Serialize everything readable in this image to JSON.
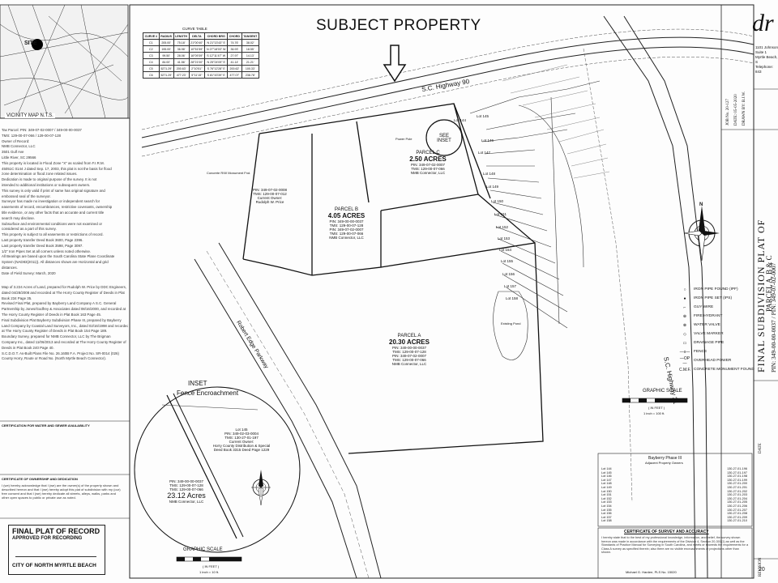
{
  "header": {
    "title": "SUBJECT PROPERTY"
  },
  "site_label": "SITE",
  "vicinity_label": "VICINITY MAP N.T.S.",
  "curve_table": {
    "title": "CURVE TABLE",
    "columns": [
      "CURVE #",
      "RADIUS",
      "LENGTH",
      "DELTA",
      "CHORD BRG",
      "CHORD",
      "TANGENT"
    ],
    "rows": [
      [
        "C1",
        "205.00'",
        "75.18'",
        "21°00'40\"",
        "N 21°13'43\" E",
        "74.76'",
        "38.02'"
      ],
      [
        "C2",
        "195.00'",
        "36.98'",
        "10°51'59\"",
        "N 27°18'03\" W",
        "36.93'",
        "18.55'"
      ],
      [
        "C3",
        "99.50'",
        "28.06'",
        "16°09'39\"",
        "S 12°11'47\" W",
        "27.97'",
        "14.13'"
      ],
      [
        "C4",
        "84.00'",
        "41.56'",
        "28°21'00\"",
        "N 25°24'09\" E",
        "41.14'",
        "21.21'"
      ],
      [
        "C5",
        "5271.29'",
        "200.63'",
        "2°10'51\"",
        "S 76°12'28\" E",
        "200.62'",
        "100.33'"
      ],
      [
        "C6",
        "5271.29'",
        "477.23'",
        "5°11'15\"",
        "S 81°43'39\" E",
        "477.07'",
        "238.78'"
      ]
    ]
  },
  "map_labels": {
    "highway_90": "S.C. Highway 90",
    "highway_31": "S.C. Highway 31",
    "robert_edge_pkwy": "Robert Edge Parkway",
    "see_inset": "SEE INSET",
    "existing_pond": "Existing Pond",
    "parcel_c_title": "PARCEL C",
    "parcel_c_acres": "2.50 ACRES",
    "parcel_c_pins": [
      "PIN: 349-07-02-0007",
      "TMS: 129-00-07-066"
    ],
    "parcel_c_owner": "NMB Connector, LLC",
    "parcel_b_title": "PARCEL B",
    "parcel_b_acres": "4.05 ACRES",
    "parcel_b_pins": [
      "PIN: 349-00-00-0037",
      "TMS: 129-00-07-128",
      "PIN: 349-07-02-0007",
      "TMS: 129-00-07-066"
    ],
    "parcel_b_owner": "NMB Connector, LLC",
    "parcel_a_title": "PARCEL A",
    "parcel_a_acres": "20.30 ACRES",
    "parcel_a_pins": [
      "PIN: 349-00-00-0037",
      "TMS: 129-00-07-128",
      "PIN: 349-07-02-0007",
      "TMS: 129-00-07-066"
    ],
    "parcel_a_owner": "NMB Connector, LLC",
    "rudolph_owner": [
      "PIN: 349-07-02-0008",
      "TMS: 129-00-07-012",
      "Current Owner:",
      "Rudolph W. Price"
    ],
    "lots_right": [
      "Lot 144",
      "Lot 145",
      "Lot 146",
      "Lot 147",
      "Lot 148",
      "Lot 149",
      "Lot 150",
      "Lot 151",
      "Lot 152",
      "Lot 153",
      "Lot 154",
      "Lot 155",
      "Lot 156",
      "Lot 157",
      "Lot 158"
    ],
    "lot_note": "PIN: 349-02-03-0004 TMS: 130-27-01-197",
    "concrete_monument": "Concrete R/W Monument Fnd.",
    "power_pole": "Power Pole"
  },
  "inset": {
    "title": "INSET",
    "subtitle": "Fence Encroachment",
    "lot": "Lot 145",
    "lot_pins": [
      "PIN: 349-02-03-0004",
      "TMS: 130-27-01-197",
      "Current Owner:",
      "Horry County Distribution & Special",
      "Deed Book 3315 Deed Page 1229"
    ],
    "total_pins": [
      "PIN: 349-00-00-0037",
      "TMS: 129-00-07-128",
      "TMS: 129-00-07-066"
    ],
    "total_acres": "23.12 Acres",
    "total_owner": "NMB Connector, LLC"
  },
  "inset_scale": {
    "title": "GRAPHIC SCALE",
    "unit": "( IN FEET )",
    "ratio": "1 inch = 10 ft."
  },
  "main_scale": {
    "title": "GRAPHIC SCALE",
    "unit": "( IN FEET )",
    "ratio": "1 inch = 100 ft."
  },
  "legend": {
    "items": [
      {
        "symbol": "○",
        "label": "IRON PIPE FOUND (IPF)"
      },
      {
        "symbol": "●",
        "label": "IRON PIPE SET (IPS)"
      },
      {
        "symbol": "⌐",
        "label": "GUY WIRE"
      },
      {
        "symbol": "⊕",
        "label": "FIRE HYDRANT"
      },
      {
        "symbol": "⊗",
        "label": "WATER VALVE"
      },
      {
        "symbol": "◇",
        "label": "VALVE MARKER"
      },
      {
        "symbol": "▭",
        "label": "DRAINAGE PIPE"
      },
      {
        "symbol": "—x—",
        "label": "FENCE"
      },
      {
        "symbol": "—OP—",
        "label": "OVERHEAD POWER"
      },
      {
        "symbol": "C.M.F.",
        "label": "CONCRETE MONUMENT FOUND"
      }
    ]
  },
  "title_block": {
    "main_title": "FINAL SUBDIVISION PLAT OF",
    "sub_title": "PARCEL A, B & C",
    "pins_line": "PIN: 349-00-00-0037 / PIN: 349-07-02-0007",
    "firm": "dr",
    "firm_address": [
      "1101 Johnson",
      "Suite 1",
      "Myrtle Beach, S",
      "Telephone: 843"
    ]
  },
  "owner_table": {
    "title": "Bayberry Phase III",
    "subtitle": "Adjacent Property Owners",
    "rows": [
      [
        "Lot 144",
        "130-27-01-196"
      ],
      [
        "Lot 145",
        "130-27-01-197"
      ],
      [
        "Lot 146",
        "130-27-01-198"
      ],
      [
        "Lot 147",
        "130-27-01-199"
      ],
      [
        "Lot 148",
        "130-27-01-200"
      ],
      [
        "Lot 149",
        "130-27-01-201"
      ],
      [
        "Lot 150",
        "130-27-01-202"
      ],
      [
        "Lot 151",
        "130-27-01-203"
      ],
      [
        "Lot 152",
        "130-27-01-204"
      ],
      [
        "Lot 153",
        "130-27-01-205"
      ],
      [
        "Lot 154",
        "130-27-01-206"
      ],
      [
        "Lot 155",
        "130-27-01-207"
      ],
      [
        "Lot 156",
        "130-27-01-208"
      ],
      [
        "Lot 157",
        "130-27-01-209"
      ],
      [
        "Lot 158",
        "130-27-01-210"
      ]
    ]
  },
  "certificate": {
    "title": "CERTIFICATE OF SURVEY AND ACCURACY",
    "text": "I hereby state that to the best of my professional knowledge, information, and belief, the survey shown hereon was made in accordance with the requirements of the Division 4, Section 20-301(1) as well as the Standards of Practice Manual for Surveying in South Carolina, and meets or exceeds the requirements for a Class A survey as specified therein; also there are no visible encroachments or projections other than shown."
  },
  "stamp": {
    "line1": "FINAL PLAT OF RECORD",
    "line2": "APPROVED FOR RECORDING",
    "line3": "CITY OF NORTH MYRTLE BEACH"
  },
  "left_notes": [
    "Tax Parcel:  PIN: 349-07-02-0007 / 349-00-00-0037",
    "TMS: 129-00-07-066 / 129-00-07-128",
    "Owner of Record:",
    "NMB Connector, LLC",
    "3501 Gulf Ave",
    "Little River, SC 29566",
    "This property is located in Flood Zone \"X\" as scaled from F.I.R.M.",
    "45051C 0144 J dated Sep. 17, 2003, this plat is not the basis for flood",
    "zone determination or flood zone related issues.",
    "Dedication is made to original purpose of the survey. It is not",
    "intended to additional institutions or subsequent owners.",
    "This survey is only valid if print of same has original signature and",
    "embossed seal of the surveyor.",
    "Surveyor has made no investigation or independent search for",
    "easements of record, encumbrances, restrictive covenants, ownership",
    "title evidence, or any other facts that an accurate and current title",
    "search may disclose.",
    "Subsurface and environmental conditions were not examined or",
    "considered as a part of this survey.",
    "This property is subject to all easements or restrictions of record.",
    "Last property transfer Deed Book 3600, Page 2396.",
    "Last property transfer Deed Book 3598, Page 3097.",
    "1/2\" Iron Pipes Set at all corners unless noted otherwise.",
    "All Bearings are based upon the South Carolina State Plane Coordinate",
    "System (NAD83(2011)). All distances shown are Horizontal and grid",
    "distances.",
    "Date of Field Survey: March, 2020"
  ],
  "ref_notes": [
    "Map of 3.224 Acres of Land, prepared for Rudolph W. Price by DDC Engineers,",
    "dated 04/28/2008 and recorded at The Horry County Register of Deeds in Plat",
    "Book 234 Page 35.",
    "Revised Final Plat, prepared by Bayberry Land Company A S.C. General",
    "Partnership by Jones/Godfrey & Associates dated 08/16/2000, and recorded at",
    "The Horry County Register of Deeds in Plat Book 163 Page 45.",
    "Final Subdivision Plat Bayberry Subdivision Phase III, prepared by Bayberry",
    "Land Company by Coastal Land Surveyors, Inc., dated 02/16/1998 and recorded",
    "at The Horry County Register of Deeds in Plat Book 154 Page 189.",
    "Boundary Survey, prepared for NMB Connector, LLC by The Brigman",
    "Company Inc., dated 11/06/2013 and recorded at The Horry County Register of",
    "Deeds in Plat Book 240 Page 40.",
    "S.C.D.O.T. As-Built Plans File No. 26.160B F.A. Project No. SR-0014 (026)",
    "County Horry, Route or Road No. (North Myrtle Beach Connector)."
  ],
  "cert_ownership": {
    "title": "CERTIFICATE OF OWNERSHIP AND DEDICATION",
    "text": "I (we) hereby acknowledge that I (we) are the owner(s) of the property shown and described hereon and that I (we) hereby adopt this plat of subdivision with my (our) free consent and that I (we) hereby dedicate all streets, alleys, walks, parks and other open spaces to public or private use as noted."
  },
  "cert_water": {
    "title": "CERTIFICATION FOR WATER AND SEWER AVAILABILITY"
  },
  "north_arrow_label": "N",
  "surveyor_seal": "Michael G. Hardee, PLS No. 15020",
  "job_info": [
    "JOB No. 20-127",
    "DATE: 05-05-2020",
    "DRAWN BY: B.J.W."
  ],
  "revision_label": "REVISION",
  "date_label": "DATE",
  "sheet_no": "20"
}
